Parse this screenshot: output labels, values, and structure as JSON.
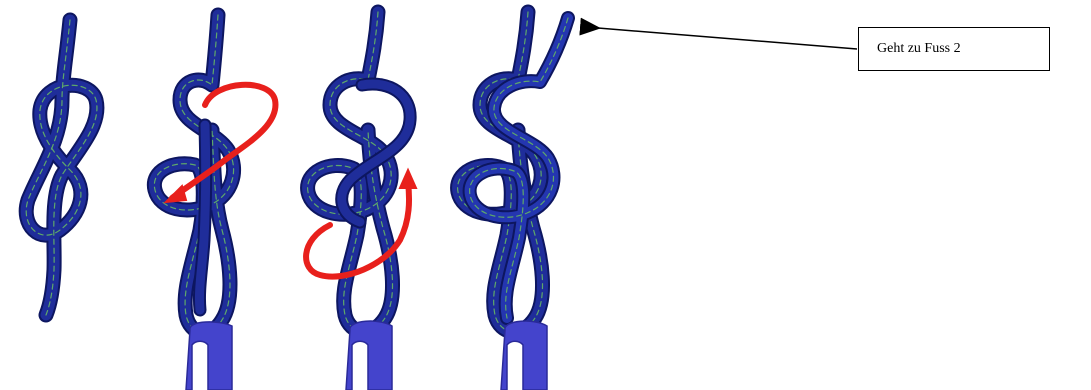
{
  "callout": {
    "text": "Geht zu Fuss 2"
  },
  "colors": {
    "rope": "#1f2d9a",
    "rope_dark": "#0d1660",
    "rope_strand": "#5ea86a",
    "carabiner": "#4444cc",
    "arrow_red": "#e8201c",
    "line": "#000000"
  },
  "steps": [
    {
      "id": 1,
      "shows_carabiner": false,
      "shows_red_arrow": false
    },
    {
      "id": 2,
      "shows_carabiner": true,
      "shows_red_arrow": true
    },
    {
      "id": 3,
      "shows_carabiner": true,
      "shows_red_arrow": true
    },
    {
      "id": 4,
      "shows_carabiner": true,
      "shows_red_arrow": false
    }
  ]
}
